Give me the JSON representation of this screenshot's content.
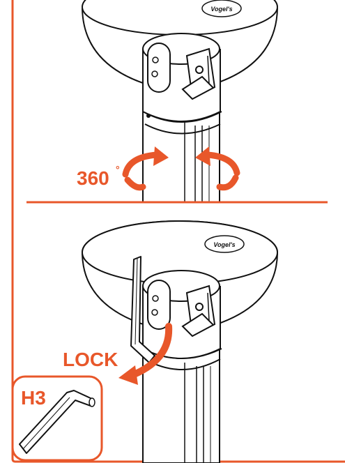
{
  "step1": {
    "rotation_label": "360",
    "degree_symbol": "°",
    "brand_text": "Vogel's"
  },
  "step2": {
    "lock_label": "LOCK",
    "tool_label": "H3",
    "brand_text": "Vogel's"
  },
  "colors": {
    "accent": "#e8572a",
    "line": "#111111",
    "background": "#ffffff"
  }
}
